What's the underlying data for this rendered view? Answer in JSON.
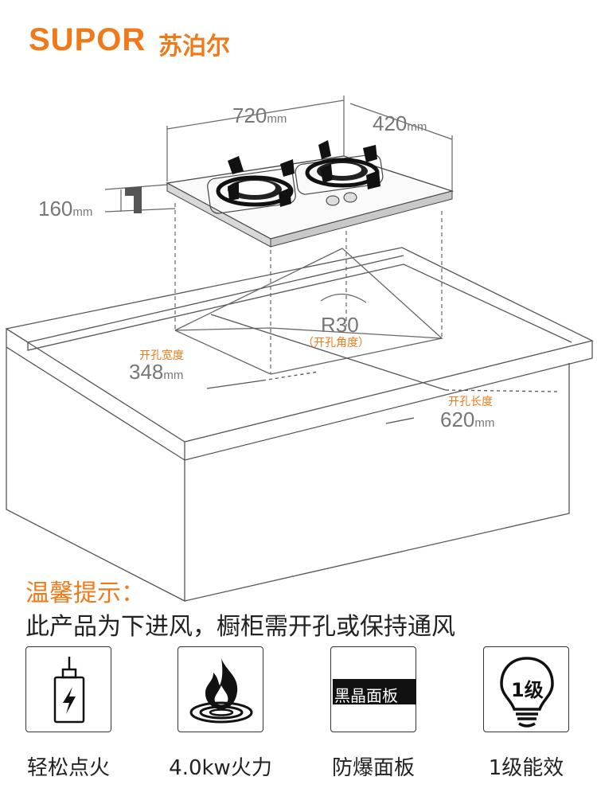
{
  "brand": {
    "logo_text": "SUPOR",
    "logo_cn": "苏泊尔",
    "color": "#f07a1a"
  },
  "dimensions": {
    "width": "720",
    "depth": "420",
    "height": "160",
    "unit": "mm",
    "cutout_width_label": "开孔宽度",
    "cutout_width": "348",
    "cutout_length_label": "开孔长度",
    "cutout_length": "620",
    "radius": "R30",
    "radius_note": "（开孔角度）"
  },
  "tip": {
    "title": "温馨提示：",
    "body": "此产品为下进风，橱柜需开孔或保持通风"
  },
  "features": [
    {
      "icon": "battery-ignition-icon",
      "label": "轻松点火"
    },
    {
      "icon": "flame-burner-icon",
      "label": "4.0kw火力"
    },
    {
      "icon": "black-crystal-panel-icon",
      "label": "防爆面板",
      "badge": "黑晶面板"
    },
    {
      "icon": "energy-level-bulb-icon",
      "label": "1级能效",
      "badge": "1级"
    }
  ],
  "colors": {
    "accent": "#f07a1a",
    "text_gray": "#777777",
    "line": "#555555"
  }
}
